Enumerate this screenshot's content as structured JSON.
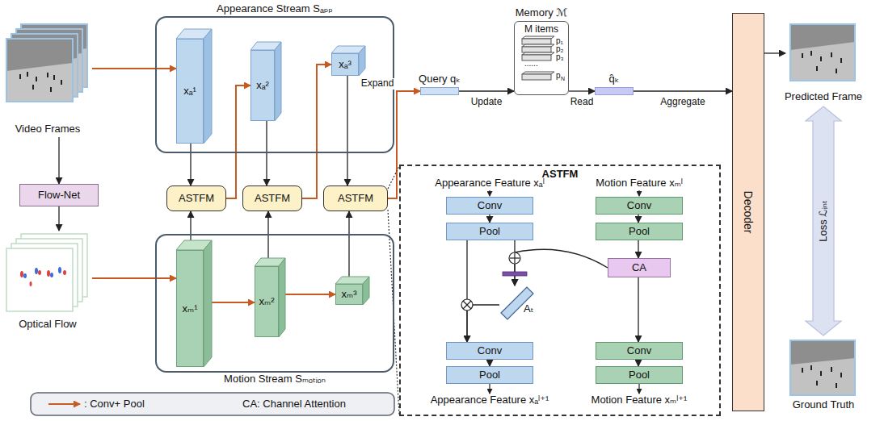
{
  "diagram": {
    "nodes": [
      {
        "text": [
          "Appearance Stream Sₐₚₚ"
        ]
      },
      {
        "text": [
          "xₐ¹"
        ],
        "in": 0
      },
      {
        "text": [
          "xₐ²"
        ],
        "in": 0
      },
      {
        "text": [
          "xₐ³"
        ],
        "in": 0
      },
      {
        "text": [
          "Motion Stream Sₘₒₜᵢₒₙ"
        ]
      },
      {
        "text": [
          "xₘ¹"
        ],
        "in": 4
      },
      {
        "text": [
          "xₘ²"
        ],
        "in": 4
      },
      {
        "text": [
          "xₘ³"
        ],
        "in": 4
      },
      {
        "text": [
          "ASTFM"
        ]
      },
      {
        "text": [
          "ASTFM"
        ]
      },
      {
        "text": [
          "ASTFM"
        ]
      },
      {
        "text": [
          "Flow-Net"
        ]
      },
      {
        "text": [
          "Video Frames"
        ]
      },
      {
        "text": [
          "Optical Flow"
        ]
      },
      {
        "text": [
          "Query qₖ"
        ]
      },
      {
        "text": [
          "Memory ℳ",
          "M items"
        ]
      },
      {
        "text": [
          "q̂ₖ"
        ]
      },
      {
        "text": [
          "Decoder"
        ]
      },
      {
        "text": [
          "Predicted Frame"
        ]
      },
      {
        "text": [
          "Ground Truth"
        ]
      },
      {
        "text": [
          "ASTFM"
        ]
      },
      {
        "text": [
          "Conv"
        ],
        "in": 20
      },
      {
        "text": [
          "Pool"
        ],
        "in": 20
      },
      {
        "text": [
          "Conv"
        ],
        "in": 20
      },
      {
        "text": [
          "Pool"
        ],
        "in": 20
      },
      {
        "text": [
          "CA"
        ],
        "in": 20
      },
      {
        "text": [
          "Aₜ"
        ],
        "in": 20
      },
      {
        "text": [
          "Conv"
        ],
        "in": 20
      },
      {
        "text": [
          "Pool"
        ],
        "in": 20
      },
      {
        "text": [
          "Conv"
        ],
        "in": 20
      },
      {
        "text": [
          "Pool"
        ],
        "in": 20
      }
    ],
    "edges": [
      {
        "from": 12,
        "to": 1,
        "arrow": "to"
      },
      {
        "from": 12,
        "to": 11,
        "arrow": "to"
      },
      {
        "from": 11,
        "to": 13,
        "arrow": "to"
      },
      {
        "from": 13,
        "to": 5,
        "arrow": "to"
      },
      {
        "from": 1,
        "to": 8,
        "arrow": "to"
      },
      {
        "from": 5,
        "to": 8,
        "arrow": "to"
      },
      {
        "from": 8,
        "to": 2,
        "arrow": "to"
      },
      {
        "from": 2,
        "to": 9,
        "arrow": "to"
      },
      {
        "from": 6,
        "to": 9,
        "arrow": "to"
      },
      {
        "from": 9,
        "to": 3,
        "arrow": "to"
      },
      {
        "from": 3,
        "to": 10,
        "arrow": "to"
      },
      {
        "from": 7,
        "to": 10,
        "arrow": "to"
      },
      {
        "from": 10,
        "to": 14,
        "arrow": "to",
        "label": "Expand"
      },
      {
        "from": 5,
        "to": 6,
        "arrow": "to"
      },
      {
        "from": 6,
        "to": 7,
        "arrow": "to"
      },
      {
        "from": 14,
        "to": 15,
        "arrow": "to",
        "label": "Update"
      },
      {
        "from": 15,
        "to": 16,
        "arrow": "to",
        "label": "Read"
      },
      {
        "from": 16,
        "to": 17,
        "arrow": "to",
        "label": "Aggregate"
      },
      {
        "from": 17,
        "to": 18,
        "arrow": "to"
      },
      {
        "from": 18,
        "to": 19,
        "arrow": "both",
        "label": "Loss ℒᵢₙₜ"
      },
      {
        "from": 21,
        "to": 22,
        "arrow": "to"
      },
      {
        "from": 22,
        "to": 27,
        "arrow": "to"
      },
      {
        "from": 22,
        "to": 26,
        "arrow": "to"
      },
      {
        "from": 25,
        "to": 26,
        "arrow": "to"
      },
      {
        "from": 26,
        "to": 27,
        "arrow": "to"
      },
      {
        "from": 23,
        "to": 24,
        "arrow": "to"
      },
      {
        "from": 24,
        "to": 25,
        "arrow": "to"
      },
      {
        "from": 25,
        "to": 29,
        "arrow": "to"
      },
      {
        "from": 29,
        "to": 30,
        "arrow": "to"
      },
      {
        "from": 27,
        "to": 28,
        "arrow": "to"
      }
    ],
    "labels": [
      "Appearance Feature xₐˡ",
      "Motion Feature xₘˡ",
      "Appearance Feature xₐˡ⁺¹",
      "Motion Feature xₘˡ⁺¹",
      "p₁",
      "p₂",
      "p₃",
      "p",
      "N",
      "......",
      "CA: Channel Attention"
    ],
    "legend": [
      {
        "text": ": Conv+ Pool"
      }
    ]
  }
}
